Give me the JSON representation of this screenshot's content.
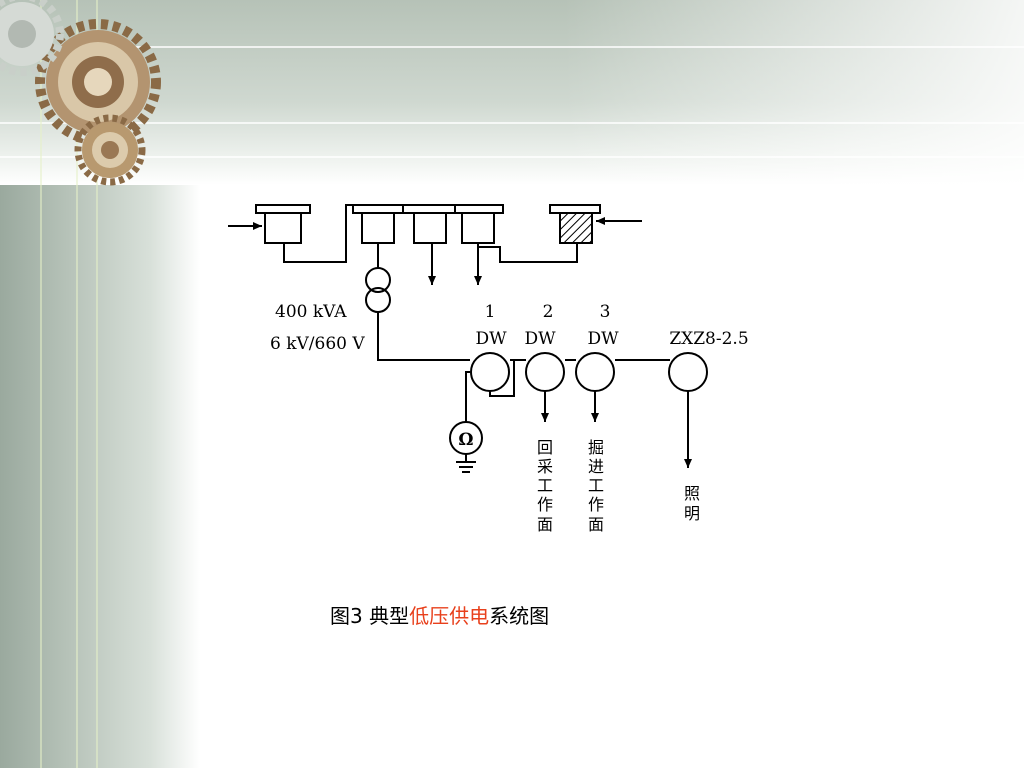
{
  "diagram": {
    "transformer_rating": "400 kVA",
    "transformer_voltage": "6 kV/660 V",
    "breakers": [
      {
        "number": "1",
        "type": "DW"
      },
      {
        "number": "2",
        "type": "DW"
      },
      {
        "number": "3",
        "type": "DW"
      },
      {
        "number": "",
        "type": "ZXZ8-2.5"
      }
    ],
    "ohm_symbol": "Ω",
    "outputs": {
      "mining_face": [
        "回",
        "采",
        "工",
        "作",
        "面"
      ],
      "tunneling_face": [
        "掘",
        "进",
        "工",
        "作",
        "面"
      ],
      "lighting": [
        "照",
        "明"
      ]
    }
  },
  "caption": {
    "prefix": "图3  典型",
    "highlight": "低压供电",
    "suffix": "系统图",
    "highlight_color": "#e8401c"
  }
}
